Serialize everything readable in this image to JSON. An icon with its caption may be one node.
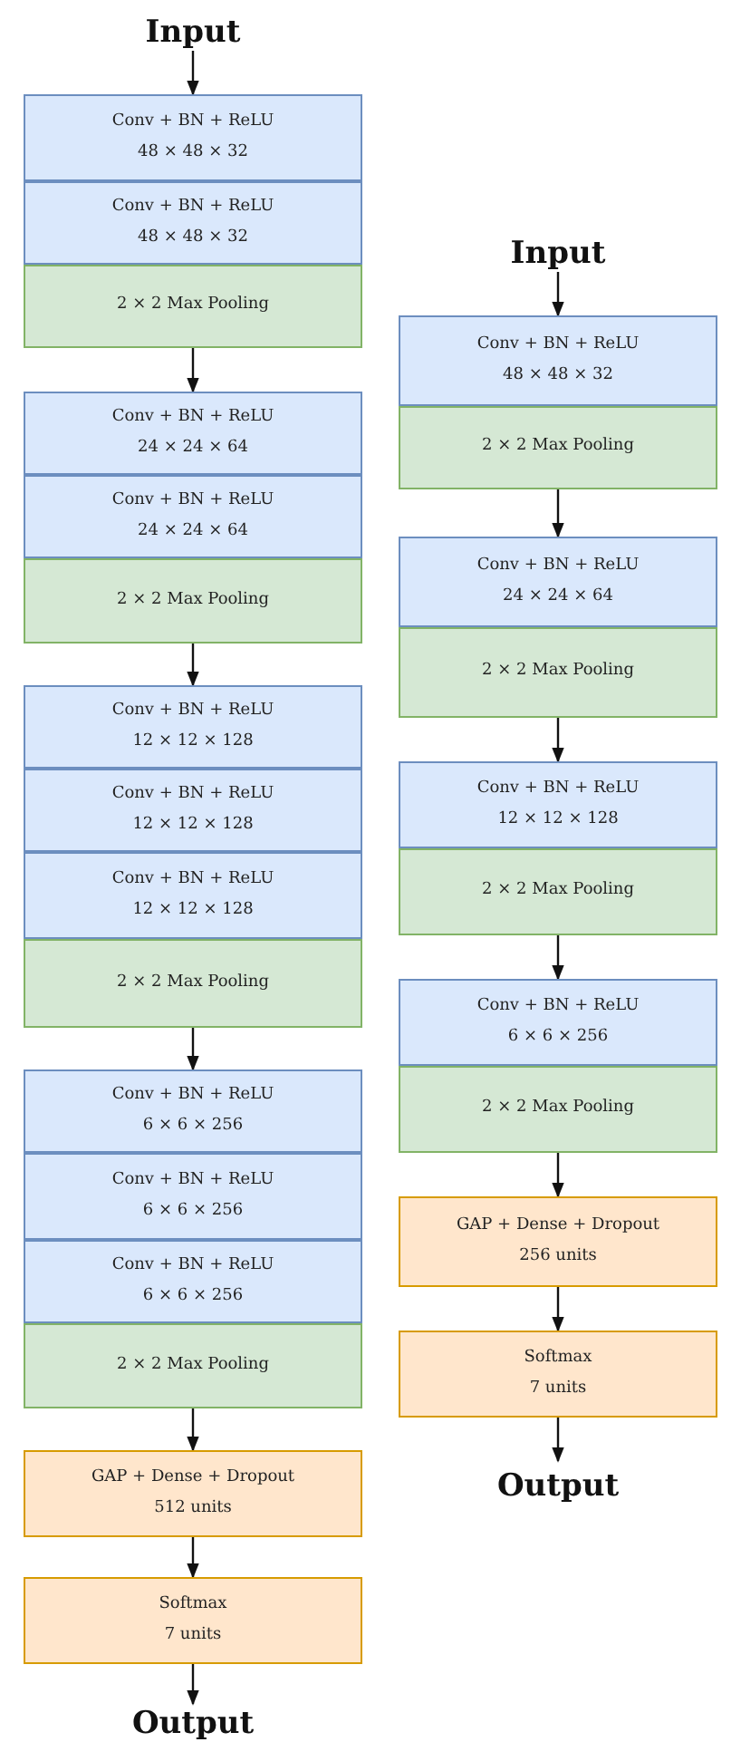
{
  "diagram": {
    "nodes": [
      {
        "text": [
          "Input"
        ]
      },
      {
        "text": [
          "Conv + BN + ReLU",
          "48 × 48 × 32"
        ]
      },
      {
        "text": [
          "Conv + BN + ReLU",
          "48 × 48 × 32"
        ]
      },
      {
        "text": [
          "2 × 2 Max Pooling"
        ]
      },
      {
        "text": [
          "Conv + BN + ReLU",
          "24 × 24 × 64"
        ]
      },
      {
        "text": [
          "Conv + BN + ReLU",
          "24 × 24 × 64"
        ]
      },
      {
        "text": [
          "2 × 2 Max Pooling"
        ]
      },
      {
        "text": [
          "Conv + BN + ReLU",
          "12 × 12 × 128"
        ]
      },
      {
        "text": [
          "Conv + BN + ReLU",
          "12 × 12 × 128"
        ]
      },
      {
        "text": [
          "Conv + BN + ReLU",
          "12 × 12 × 128"
        ]
      },
      {
        "text": [
          "2 × 2 Max Pooling"
        ]
      },
      {
        "text": [
          "Conv + BN + ReLU",
          "6 × 6 × 256"
        ]
      },
      {
        "text": [
          "Conv + BN + ReLU",
          "6 × 6 × 256"
        ]
      },
      {
        "text": [
          "Conv + BN + ReLU",
          "6 × 6 × 256"
        ]
      },
      {
        "text": [
          "2 × 2 Max Pooling"
        ]
      },
      {
        "text": [
          "GAP + Dense + Dropout",
          "512 units"
        ]
      },
      {
        "text": [
          "Softmax",
          "7 units"
        ]
      },
      {
        "text": [
          "Output"
        ]
      },
      {
        "text": [
          "Input"
        ]
      },
      {
        "text": [
          "Conv + BN + ReLU",
          "48 × 48 × 32"
        ]
      },
      {
        "text": [
          "2 × 2 Max Pooling"
        ]
      },
      {
        "text": [
          "Conv + BN + ReLU",
          "24 × 24 × 64"
        ]
      },
      {
        "text": [
          "2 × 2 Max Pooling"
        ]
      },
      {
        "text": [
          "Conv + BN + ReLU",
          "12 × 12 × 128"
        ]
      },
      {
        "text": [
          "2 × 2 Max Pooling"
        ]
      },
      {
        "text": [
          "Conv + BN + ReLU",
          "6 × 6 × 256"
        ]
      },
      {
        "text": [
          "2 × 2 Max Pooling"
        ]
      },
      {
        "text": [
          "GAP + Dense + Dropout",
          "256 units"
        ]
      },
      {
        "text": [
          "Softmax",
          "7 units"
        ]
      },
      {
        "text": [
          "Output"
        ]
      }
    ],
    "edges": [
      {
        "from": 0,
        "to": 1,
        "arrow": "to"
      },
      {
        "from": 3,
        "to": 4,
        "arrow": "to"
      },
      {
        "from": 6,
        "to": 7,
        "arrow": "to"
      },
      {
        "from": 10,
        "to": 11,
        "arrow": "to"
      },
      {
        "from": 14,
        "to": 15,
        "arrow": "to"
      },
      {
        "from": 15,
        "to": 16,
        "arrow": "to"
      },
      {
        "from": 16,
        "to": 17,
        "arrow": "to"
      },
      {
        "from": 18,
        "to": 19,
        "arrow": "to"
      },
      {
        "from": 20,
        "to": 21,
        "arrow": "to"
      },
      {
        "from": 22,
        "to": 23,
        "arrow": "to"
      },
      {
        "from": 24,
        "to": 25,
        "arrow": "to"
      },
      {
        "from": 26,
        "to": 27,
        "arrow": "to"
      },
      {
        "from": 27,
        "to": 28,
        "arrow": "to"
      },
      {
        "from": 28,
        "to": 29,
        "arrow": "to"
      }
    ]
  }
}
